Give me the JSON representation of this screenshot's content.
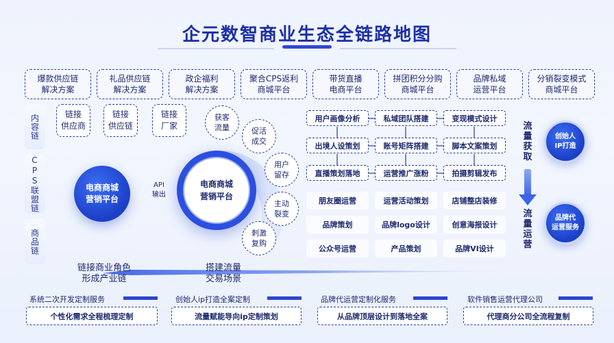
{
  "title": "企元数智商业生态全链路地图",
  "solutions": [
    {
      "l1": "爆款供应链",
      "l2": "解决方案"
    },
    {
      "l1": "礼品供应链",
      "l2": "解决方案"
    },
    {
      "l1": "政企福利",
      "l2": "解决方案"
    },
    {
      "l1": "聚合CPS返利",
      "l2": "商城平台"
    },
    {
      "l1": "带货直播",
      "l2": "电商平台"
    },
    {
      "l1": "拼团积分分购",
      "l2": "商城平台"
    },
    {
      "l1": "品牌私域",
      "l2": "运营平台"
    },
    {
      "l1": "分销裂变模式",
      "l2": "商城平台"
    }
  ],
  "side_labels": [
    "内容链",
    "CPS联盟链",
    "商品链"
  ],
  "link_buttons": [
    {
      "l1": "链接",
      "l2": "供应商"
    },
    {
      "l1": "链接",
      "l2": "供应链"
    },
    {
      "l1": "链接",
      "l2": "厂家"
    }
  ],
  "left_platform": {
    "l1": "电商商城",
    "l2": "营销平台"
  },
  "api": {
    "l1": "API",
    "l2": "输出"
  },
  "center_platform": {
    "l1": "电商商城",
    "l2": "营销平台"
  },
  "satellites": [
    {
      "l1": "获客",
      "l2": "流量"
    },
    {
      "l1": "促活",
      "l2": "成交"
    },
    {
      "l1": "用户",
      "l2": "留存"
    },
    {
      "l1": "主动",
      "l2": "裂变"
    },
    {
      "l1": "刺激",
      "l2": "复购"
    }
  ],
  "task_rows": [
    [
      "用户画像分析",
      "私域团队搭建",
      "变现模式设计"
    ],
    [
      "出境人设策划",
      "账号矩阵搭建",
      "脚本文案策划"
    ],
    [
      "直播策划落地",
      "运营推广涨粉",
      "拍摄剪辑发布"
    ]
  ],
  "plain_rows": [
    [
      "朋友圈运营",
      "运营活动策划",
      "店铺整店装修"
    ],
    [
      "品牌策划",
      "品牌logo设计",
      "创意海报设计"
    ],
    [
      "公众号运营",
      "产品策划",
      "品牌VI设计"
    ]
  ],
  "flow_top": "流量获取",
  "flow_bottom": "流量运营",
  "brand_circles": [
    {
      "l1": "创始人",
      "l2": "IP打造"
    },
    {
      "l1": "品牌代",
      "l2": "运营服务"
    }
  ],
  "lower_left": {
    "l1": "链接商业角色",
    "l2": "形成产业链"
  },
  "lower_mid": {
    "l1": "搭建流量",
    "l2": "交易场景"
  },
  "bottom": [
    {
      "label": "系统二次开发定制服务",
      "box": "个性化需求全程梳理定制"
    },
    {
      "label": "创始人ip打造全案定制",
      "box": "流量赋能导向ip定制策划"
    },
    {
      "label": "品牌代运营定制化服务",
      "box": "从品牌顶层设计到落地全案"
    },
    {
      "label": "软件销售运营代理公司",
      "box": "代理商分公司全流程复制"
    }
  ],
  "colors": {
    "primary": "#2b4fe0",
    "dark": "#1c2fa8",
    "text": "#1e2a6e"
  }
}
